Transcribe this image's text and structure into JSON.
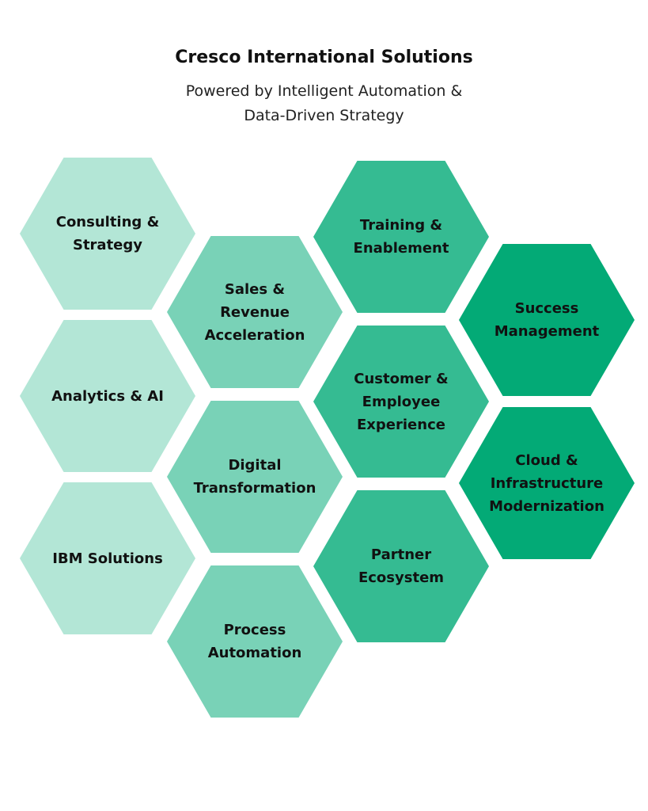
{
  "header": {
    "title": "Cresco International Solutions",
    "subtitle_lines": [
      "Powered by Intelligent Automation &",
      "Data-Driven Strategy"
    ]
  },
  "colors": {
    "light": "#b3e6d6",
    "medium": "#79d2b7",
    "dark": "#35bb92",
    "darkest": "#03aa76"
  },
  "hexagons": [
    {
      "id": "consulting-strategy",
      "lines": [
        "Consulting &",
        "Strategy"
      ],
      "tone": "light"
    },
    {
      "id": "analytics-ai",
      "lines": [
        "Analytics & AI"
      ],
      "tone": "light"
    },
    {
      "id": "ibm-solutions",
      "lines": [
        "IBM Solutions"
      ],
      "tone": "light"
    },
    {
      "id": "sales-revenue",
      "lines": [
        "Sales &",
        "Revenue",
        "Acceleration"
      ],
      "tone": "medium"
    },
    {
      "id": "digital-transformation",
      "lines": [
        "Digital",
        "Transformation"
      ],
      "tone": "medium"
    },
    {
      "id": "process-automation",
      "lines": [
        "Process",
        "Automation"
      ],
      "tone": "medium"
    },
    {
      "id": "training-enablement",
      "lines": [
        "Training &",
        "Enablement"
      ],
      "tone": "dark"
    },
    {
      "id": "customer-employee",
      "lines": [
        "Customer &",
        "Employee",
        "Experience"
      ],
      "tone": "dark"
    },
    {
      "id": "partner-ecosystem",
      "lines": [
        "Partner",
        "Ecosystem"
      ],
      "tone": "dark"
    },
    {
      "id": "success-management",
      "lines": [
        "Success",
        "Management"
      ],
      "tone": "darkest"
    },
    {
      "id": "cloud-infrastructure",
      "lines": [
        "Cloud &",
        "Infrastructure",
        "Modernization"
      ],
      "tone": "darkest"
    }
  ]
}
